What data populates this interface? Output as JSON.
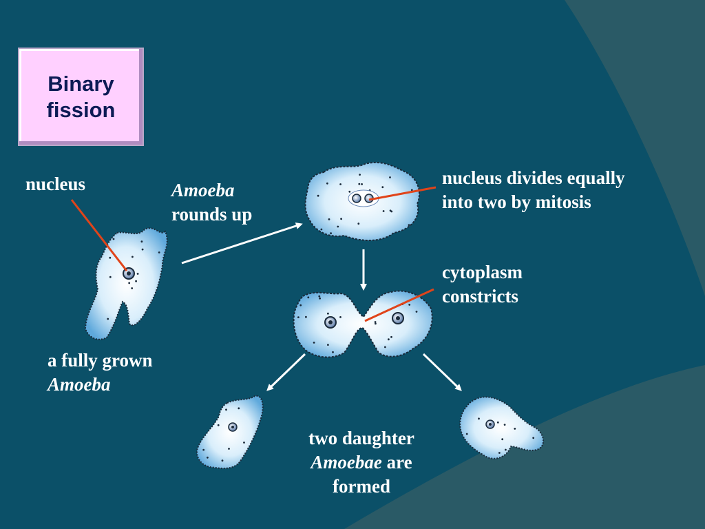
{
  "title": {
    "line1": "Binary",
    "line2": "fission"
  },
  "labels": {
    "nucleus": "nucleus",
    "rounds_up_italic": "Amoeba",
    "rounds_up_text": "rounds up",
    "grown_text": "a fully grown",
    "grown_italic": "Amoeba",
    "divides_line1": "nucleus divides equally",
    "divides_line2": "into two by mitosis",
    "cytoplasm_line1": "cytoplasm",
    "cytoplasm_line2": "constricts",
    "daughters_line1": "two daughter",
    "daughters_italic": "Amoebae",
    "daughters_are": " are",
    "daughters_line3": "formed"
  },
  "colors": {
    "background": "#0b5068",
    "title_box": "#ffd0ff",
    "title_text": "#0d1b55",
    "pointer_line": "#e0441a",
    "arrow": "#ffffff"
  }
}
